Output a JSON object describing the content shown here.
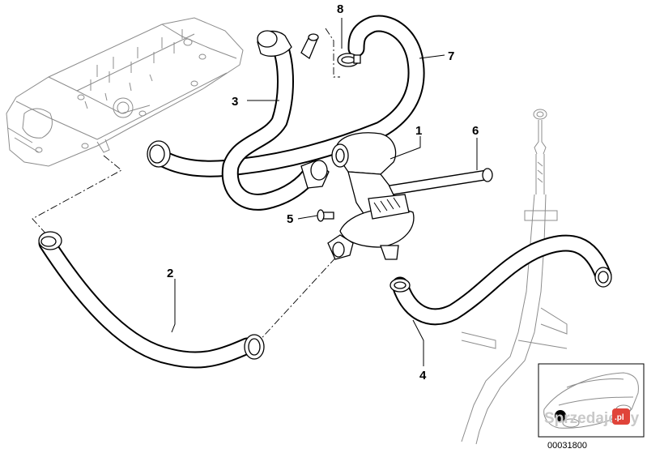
{
  "diagram": {
    "callouts": [
      {
        "id": "1",
        "label": "1"
      },
      {
        "id": "2",
        "label": "2"
      },
      {
        "id": "3",
        "label": "3"
      },
      {
        "id": "4",
        "label": "4"
      },
      {
        "id": "5",
        "label": "5"
      },
      {
        "id": "6",
        "label": "6"
      },
      {
        "id": "7",
        "label": "7"
      },
      {
        "id": "8",
        "label": "8"
      }
    ],
    "diagram_number": "00031800",
    "watermark": {
      "text": "Sprzedajemy",
      "badge": ".pl"
    }
  }
}
